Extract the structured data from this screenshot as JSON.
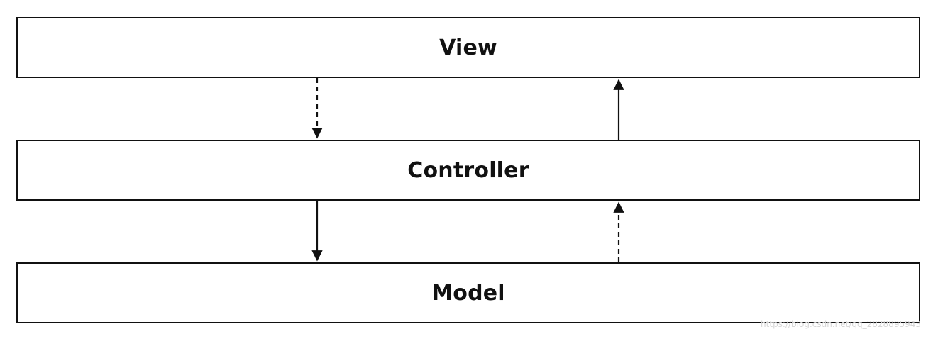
{
  "layers": {
    "view": "View",
    "controller": "Controller",
    "model": "Model"
  },
  "arrows": [
    {
      "from": "view",
      "to": "controller",
      "style": "dashed"
    },
    {
      "from": "controller",
      "to": "view",
      "style": "solid"
    },
    {
      "from": "controller",
      "to": "model",
      "style": "solid"
    },
    {
      "from": "model",
      "to": "controller",
      "style": "dashed"
    }
  ],
  "watermark": "https://blog.csdn.net/qq_2828895943",
  "colors": {
    "stroke": "#111111",
    "background": "#ffffff",
    "watermark": "#d6d6d6"
  }
}
